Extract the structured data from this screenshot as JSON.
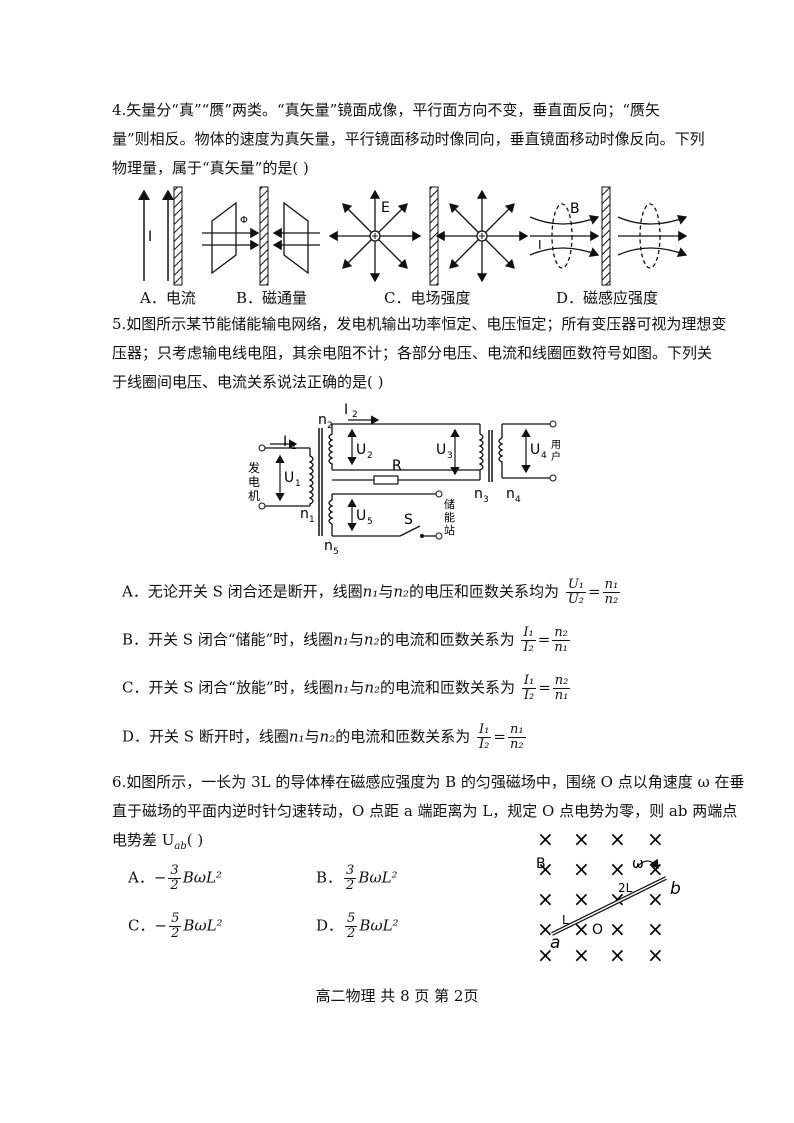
{
  "q4": {
    "line1": "4.矢量分“真”“赝”两类。“真矢量”镜面成像，平行面方向不变，垂直面反向；“赝矢",
    "line2": "量”则相反。物体的速度为真矢量，平行镜面移动时像同向，垂直镜面移动时像反向。下列",
    "line3": "物理量，属于“真矢量”的是(      )",
    "labels": {
      "I": "I",
      "phi": "Φ",
      "E": "E",
      "B": "B",
      "I2": "I"
    },
    "options": {
      "a": "A．电流",
      "b": "B．磁通量",
      "c": "C．电场强度",
      "d": "D．磁感应强度"
    }
  },
  "q5": {
    "line1": "5.如图所示某节能储能输电网络，发电机输出功率恒定、电压恒定；所有变压器可视为理想变",
    "line2": "压器；只考虑输电线电阻，其余电阻不计；各部分电压、电流和线圈匝数符号如图。下列关",
    "line3": "于线圈间电压、电流关系说法正确的是(      )",
    "diagram": {
      "I1": "I",
      "I1sub": "1",
      "I2": "I",
      "I2sub": "2",
      "U1": "U",
      "U1sub": "1",
      "U2": "U",
      "U2sub": "2",
      "U3": "U",
      "U3sub": "3",
      "U4": "U",
      "U4sub": "4",
      "U5": "U",
      "U5sub": "5",
      "n1": "n",
      "n1sub": "1",
      "n2": "n",
      "n2sub": "2",
      "n3": "n",
      "n3sub": "3",
      "n4": "n",
      "n4sub": "4",
      "n5": "n",
      "n5sub": "5",
      "R": "R",
      "S": "S",
      "gen": [
        "发",
        "电",
        "机"
      ],
      "user": [
        "用",
        "户"
      ],
      "storage": [
        "储",
        "能",
        "站"
      ]
    },
    "optA": {
      "text": "A．无论开关 S 闭合还是断开，线圈",
      "mid": "与",
      "tail": "的电压和匝数关系均为",
      "num1": "U₁",
      "den1": "U₂",
      "num2": "n₁",
      "den2": "n₂"
    },
    "optB": {
      "text": "B．开关 S 闭合“储能”时，线圈",
      "mid": "与",
      "tail": "的电流和匝数关系为",
      "num1": "I₁",
      "den1": "I₂",
      "num2": "n₂",
      "den2": "n₁"
    },
    "optC": {
      "text": "C．开关 S 闭合“放能”时，线圈",
      "mid": "与",
      "tail": "的电流和匝数关系为",
      "num1": "I₁",
      "den1": "I₂",
      "num2": "n₂",
      "den2": "n₁"
    },
    "optD": {
      "text": "D．开关 S 断开时，线圈",
      "mid": "与",
      "tail": "的电流和匝数关系为",
      "num1": "I₁",
      "den1": "I₂",
      "num2": "n₁",
      "den2": "n₂"
    },
    "coil1": "n₁",
    "coil2": "n₂"
  },
  "q6": {
    "line1": "6.如图所示，一长为 3L 的导体棒在磁感应强度为 B 的匀强磁场中，围绕 O 点以角速度 ω 在垂",
    "line2": "直于磁场的平面内逆时针匀速转动，O 点距 a 端距离为 L，规定 O 点电势为零，则 ab 两端点",
    "line3": "电势差 U",
    "line3sub": "ab",
    "line3tail": "(      )",
    "options": {
      "a": {
        "label": "A．",
        "sign": "−",
        "num": "3",
        "den": "2",
        "tail": "BωL²"
      },
      "b": {
        "label": "B．",
        "sign": "",
        "num": "3",
        "den": "2",
        "tail": "BωL²"
      },
      "c": {
        "label": "C．",
        "sign": "−",
        "num": "5",
        "den": "2",
        "tail": "BωL²"
      },
      "d": {
        "label": "D．",
        "sign": "",
        "num": "5",
        "den": "2",
        "tail": "BωL²"
      }
    },
    "diagram": {
      "cross": "×",
      "B": "B",
      "omega": "ω",
      "twoL": "2L",
      "L": "L",
      "O": "O",
      "a": "a",
      "b": "b"
    }
  },
  "footer": "高二物理   共 8 页   第 2页"
}
